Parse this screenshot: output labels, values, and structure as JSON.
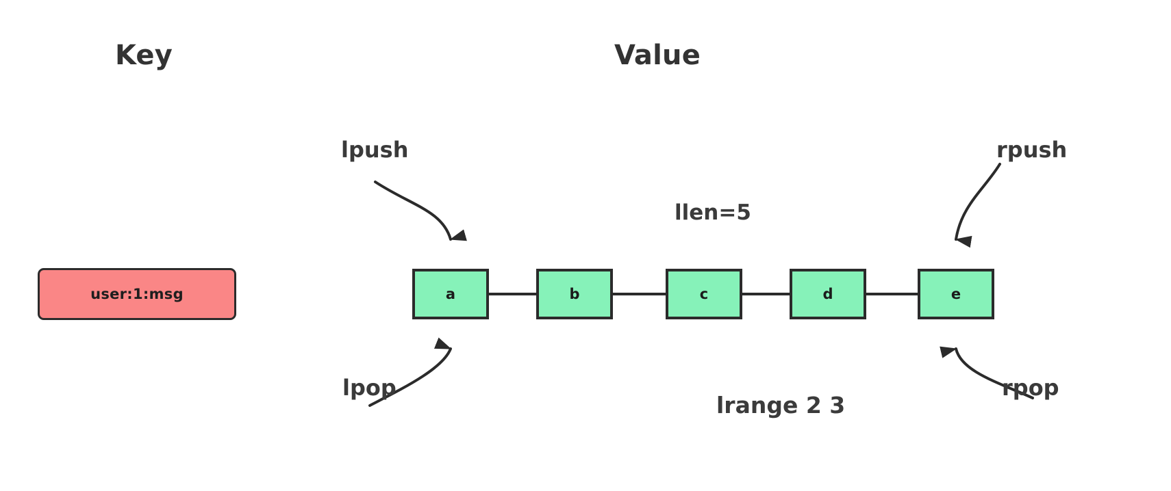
{
  "headings": {
    "key": "Key",
    "value": "Value"
  },
  "key_entry": {
    "label": "user:1:msg",
    "fill": "#fa8686",
    "border": "#2b2b2b"
  },
  "list": {
    "fill": "#86f2b9",
    "border": "#2b2b2b",
    "nodes": [
      {
        "label": "a"
      },
      {
        "label": "b"
      },
      {
        "label": "c"
      },
      {
        "label": "d"
      },
      {
        "label": "e"
      }
    ]
  },
  "annotations": {
    "lpush": "lpush",
    "rpush": "rpush",
    "lpop": "lpop",
    "rpop": "rpop",
    "llen": "llen=5",
    "lrange": "lrange 2 3"
  },
  "colors": {
    "background": "#ffffff",
    "heading_text": "#333333",
    "annotation_text": "#3a3a3a",
    "stroke": "#2b2b2b"
  }
}
